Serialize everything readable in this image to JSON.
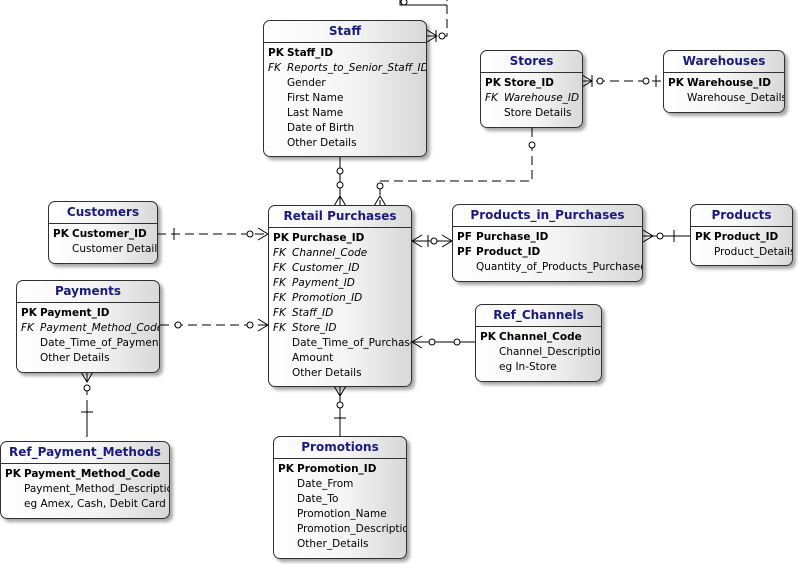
{
  "entities": {
    "staff": {
      "title": "Staff",
      "attributes": [
        {
          "key": "PK",
          "name": "Staff_ID"
        },
        {
          "key": "FK",
          "name": "Reports_to_Senior_Staff_ID"
        },
        {
          "key": "",
          "name": "Gender"
        },
        {
          "key": "",
          "name": "First Name"
        },
        {
          "key": "",
          "name": "Last Name"
        },
        {
          "key": "",
          "name": "Date of Birth"
        },
        {
          "key": "",
          "name": "Other Details"
        }
      ]
    },
    "stores": {
      "title": "Stores",
      "attributes": [
        {
          "key": "PK",
          "name": "Store_ID"
        },
        {
          "key": "FK",
          "name": "Warehouse_ID"
        },
        {
          "key": "",
          "name": "Store Details"
        }
      ]
    },
    "warehouses": {
      "title": "Warehouses",
      "attributes": [
        {
          "key": "PK",
          "name": "Warehouse_ID"
        },
        {
          "key": "",
          "name": "Warehouse_Details"
        }
      ]
    },
    "customers": {
      "title": "Customers",
      "attributes": [
        {
          "key": "PK",
          "name": "Customer_ID"
        },
        {
          "key": "",
          "name": "Customer Details"
        }
      ]
    },
    "retail_purchases": {
      "title": "Retail Purchases",
      "attributes": [
        {
          "key": "PK",
          "name": "Purchase_ID"
        },
        {
          "key": "FK",
          "name": "Channel_Code"
        },
        {
          "key": "FK",
          "name": "Customer_ID"
        },
        {
          "key": "FK",
          "name": "Payment_ID"
        },
        {
          "key": "FK",
          "name": "Promotion_ID"
        },
        {
          "key": "FK",
          "name": "Staff_ID"
        },
        {
          "key": "FK",
          "name": "Store_ID"
        },
        {
          "key": "",
          "name": "Date_Time_of_Purchase"
        },
        {
          "key": "",
          "name": "Amount"
        },
        {
          "key": "",
          "name": "Other Details"
        }
      ]
    },
    "products_in_purchases": {
      "title": "Products_in_Purchases",
      "attributes": [
        {
          "key": "PF",
          "name": "Purchase_ID"
        },
        {
          "key": "PF",
          "name": "Product_ID"
        },
        {
          "key": "",
          "name": "Quantity_of_Products_Purchased"
        }
      ]
    },
    "products": {
      "title": "Products",
      "attributes": [
        {
          "key": "PK",
          "name": "Product_ID"
        },
        {
          "key": "",
          "name": "Product_Details"
        }
      ]
    },
    "payments": {
      "title": "Payments",
      "attributes": [
        {
          "key": "PK",
          "name": "Payment_ID"
        },
        {
          "key": "FK",
          "name": "Payment_Method_Code"
        },
        {
          "key": "",
          "name": "Date_Time_of_Payment"
        },
        {
          "key": "",
          "name": "Other Details"
        }
      ]
    },
    "ref_channels": {
      "title": "Ref_Channels",
      "attributes": [
        {
          "key": "PK",
          "name": "Channel_Code"
        },
        {
          "key": "",
          "name": "Channel_Description"
        },
        {
          "key": "",
          "name": "eg In-Store"
        }
      ]
    },
    "ref_payment_methods": {
      "title": "Ref_Payment_Methods",
      "attributes": [
        {
          "key": "PK",
          "name": "Payment_Method_Code"
        },
        {
          "key": "",
          "name": "Payment_Method_Description"
        },
        {
          "key": "",
          "name": "eg Amex, Cash, Debit Card"
        }
      ]
    },
    "promotions": {
      "title": "Promotions",
      "attributes": [
        {
          "key": "PK",
          "name": "Promotion_ID"
        },
        {
          "key": "",
          "name": "Date_From"
        },
        {
          "key": "",
          "name": "Date_To"
        },
        {
          "key": "",
          "name": "Promotion_Name"
        },
        {
          "key": "",
          "name": "Promotion_Description"
        },
        {
          "key": "",
          "name": "Other_Details"
        }
      ]
    }
  },
  "relationships": [
    {
      "from": "staff",
      "to": "staff",
      "note": "self reference Reports_to_Senior_Staff_ID"
    },
    {
      "from": "warehouses",
      "to": "stores"
    },
    {
      "from": "customers",
      "to": "retail_purchases"
    },
    {
      "from": "staff",
      "to": "retail_purchases"
    },
    {
      "from": "stores",
      "to": "retail_purchases"
    },
    {
      "from": "retail_purchases",
      "to": "products_in_purchases"
    },
    {
      "from": "products",
      "to": "products_in_purchases"
    },
    {
      "from": "payments",
      "to": "retail_purchases"
    },
    {
      "from": "ref_channels",
      "to": "retail_purchases"
    },
    {
      "from": "promotions",
      "to": "retail_purchases"
    },
    {
      "from": "ref_payment_methods",
      "to": "payments"
    }
  ],
  "colors": {
    "title_text": "#1a1a80",
    "border": "#303030",
    "line": "#000000"
  }
}
